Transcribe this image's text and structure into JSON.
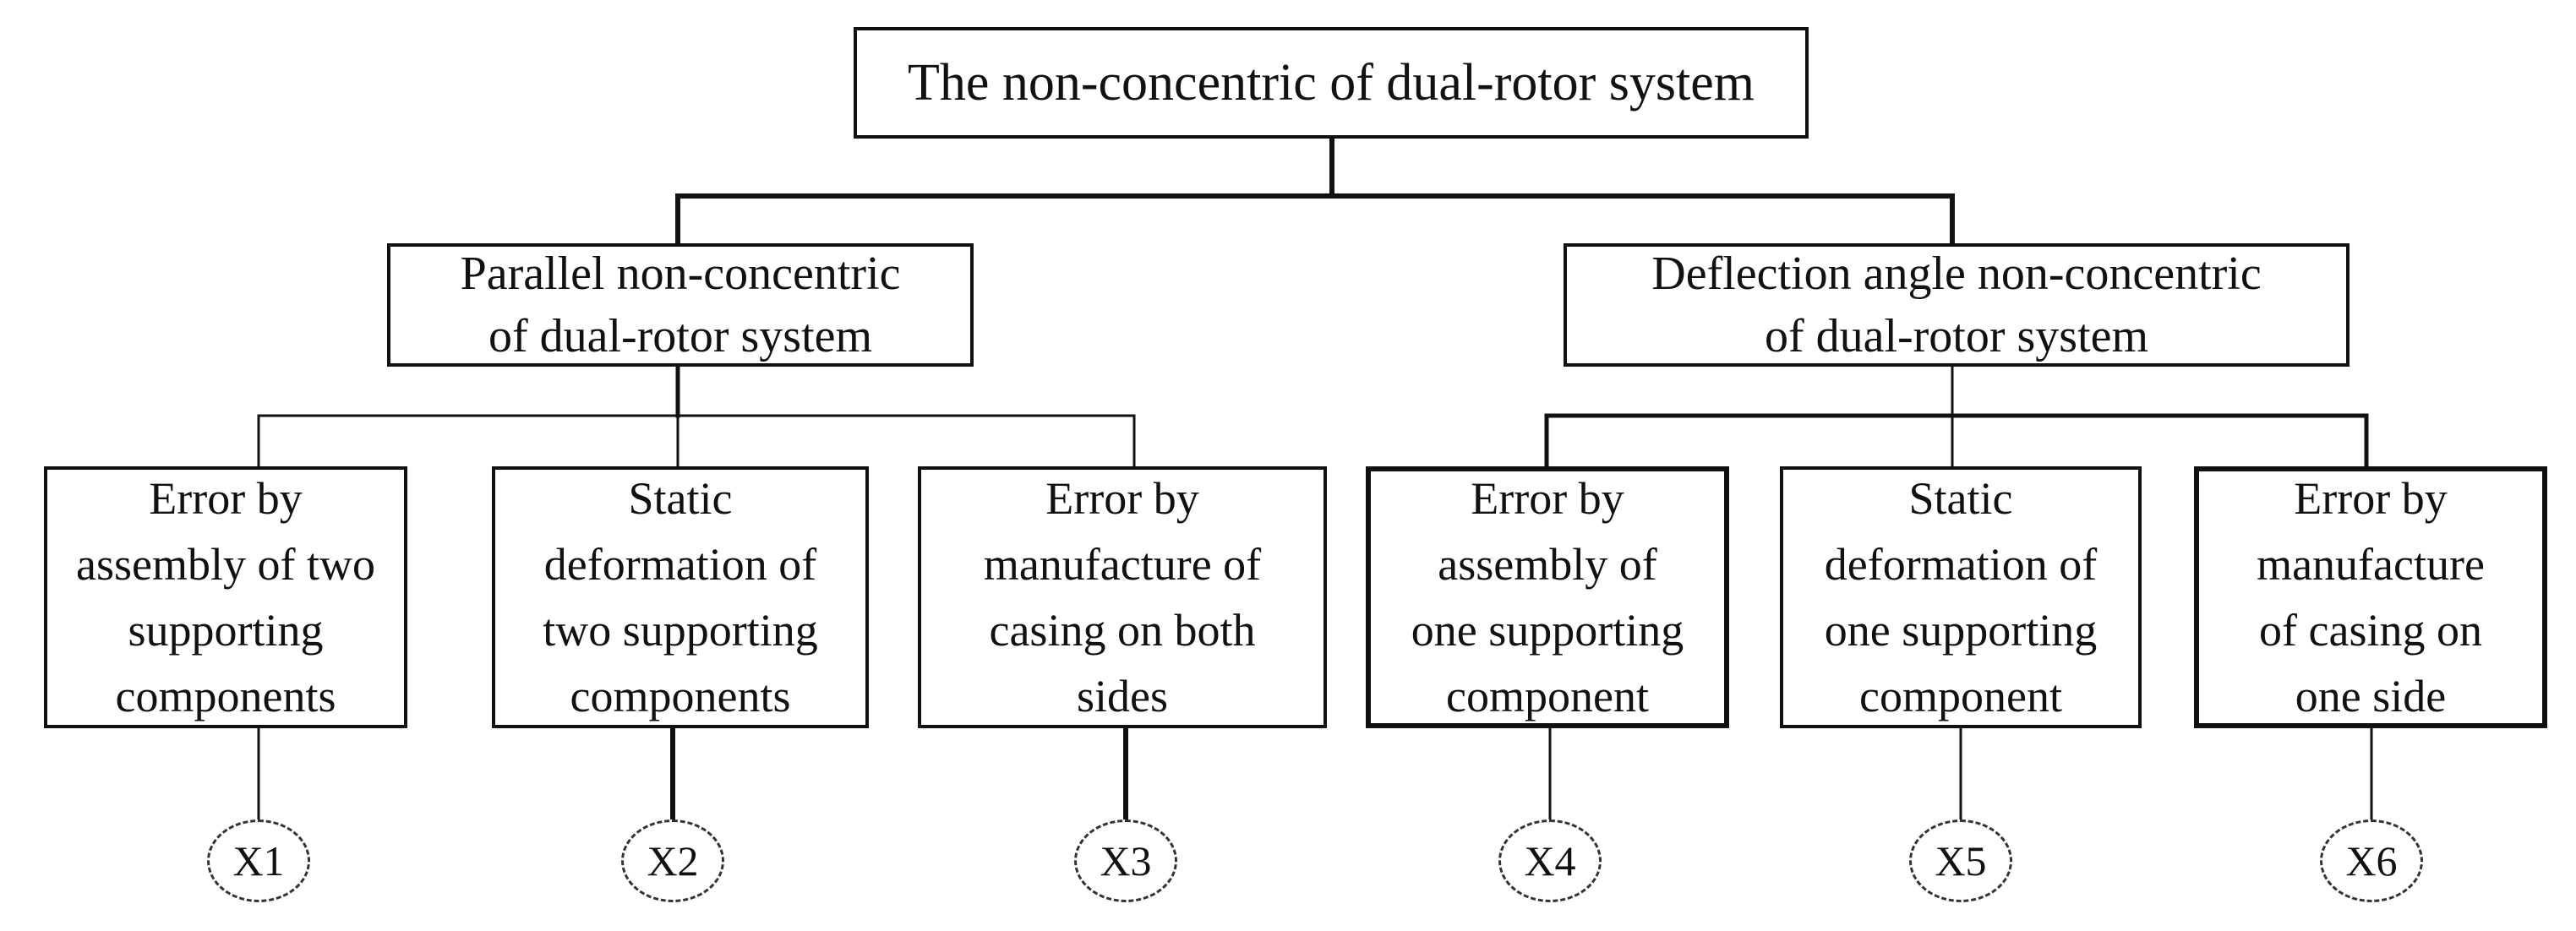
{
  "root": {
    "label": "The non-concentric of dual-rotor system"
  },
  "branches": [
    {
      "label": "Parallel non-concentric\nof dual-rotor system"
    },
    {
      "label": "Deflection angle non-concentric\nof dual-rotor system"
    }
  ],
  "leaves": [
    {
      "label": "Error by\nassembly of two\nsupporting\ncomponents",
      "code": "X1"
    },
    {
      "label": "Static\ndeformation of\ntwo supporting\ncomponents",
      "code": "X2"
    },
    {
      "label": "Error by\nmanufacture of\ncasing on both\nsides",
      "code": "X3"
    },
    {
      "label": "Error by\nassembly of\none supporting\ncomponent",
      "code": "X4"
    },
    {
      "label": "Static\ndeformation of\none supporting\ncomponent",
      "code": "X5"
    },
    {
      "label": "Error by\nmanufacture\nof casing on\none side",
      "code": "X6"
    }
  ]
}
